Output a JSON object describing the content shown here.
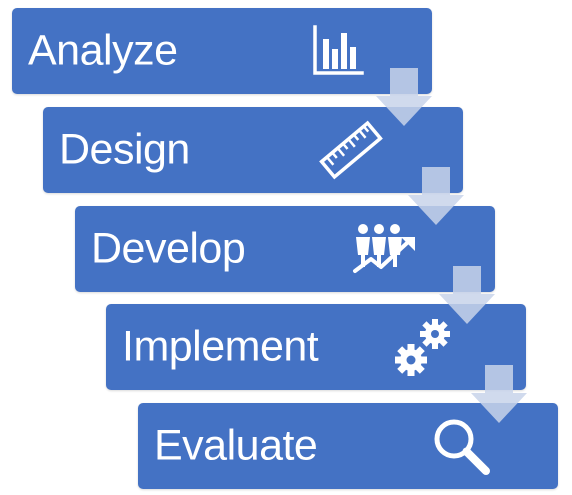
{
  "colors": {
    "box": "#4472c4",
    "text": "#ffffff",
    "arrow": "#c8d3ea"
  },
  "steps": [
    {
      "label": "Analyze",
      "icon": "bar-chart-icon"
    },
    {
      "label": "Design",
      "icon": "ruler-icon"
    },
    {
      "label": "Develop",
      "icon": "team-growth-icon"
    },
    {
      "label": "Implement",
      "icon": "gears-icon"
    },
    {
      "label": "Evaluate",
      "icon": "magnifier-icon"
    }
  ]
}
